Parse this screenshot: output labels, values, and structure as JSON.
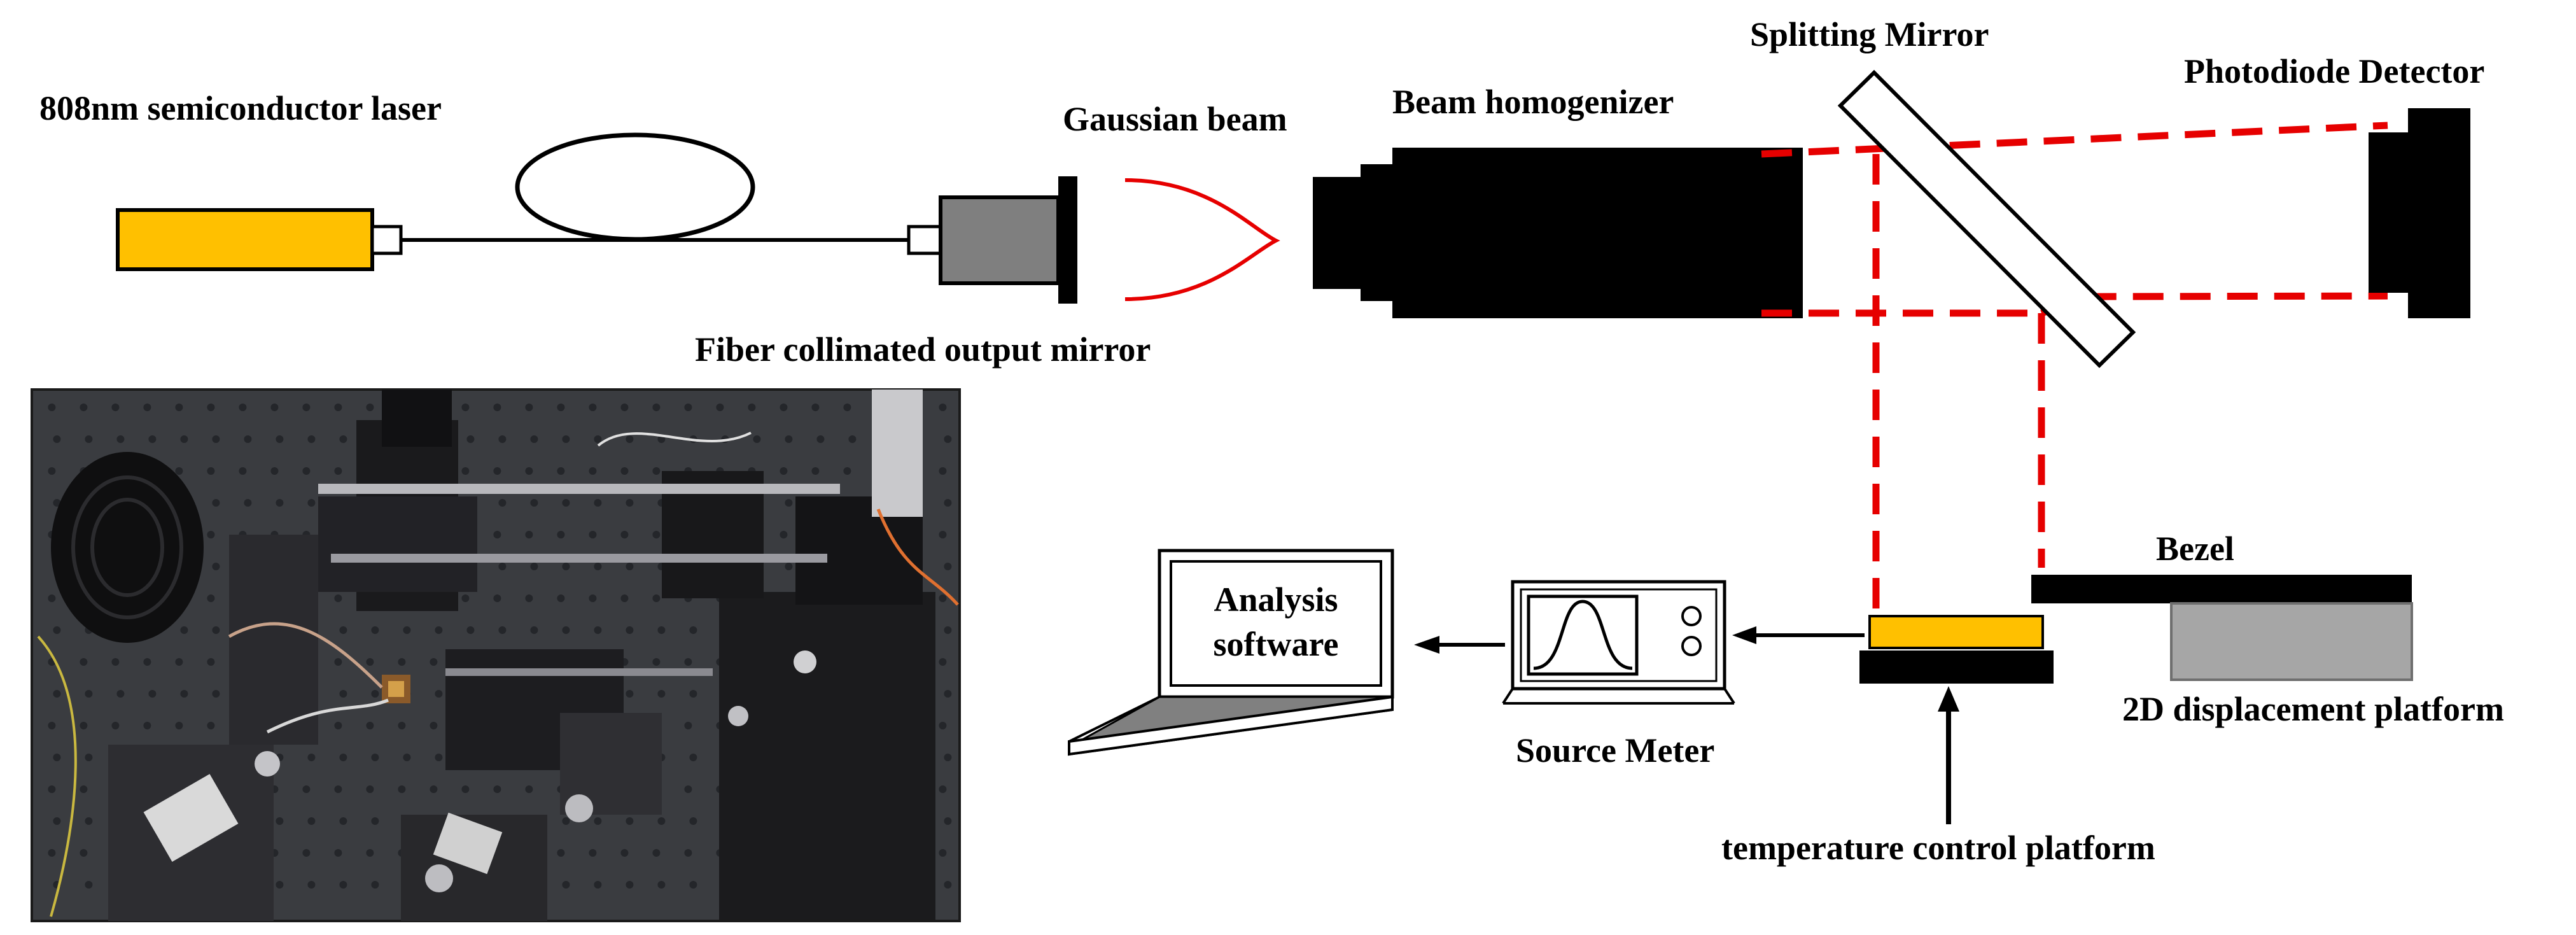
{
  "labels": {
    "laser": "808nm semiconductor laser",
    "gaussian_beam": "Gaussian beam",
    "beam_homogenizer": "Beam homogenizer",
    "splitting_mirror": "Splitting Mirror",
    "photodiode_detector": "Photodiode Detector",
    "fiber_collimator": "Fiber collimated output mirror",
    "analysis_software_line1": "Analysis",
    "analysis_software_line2": "software",
    "source_meter": "Source Meter",
    "bezel": "Bezel",
    "displacement_platform": "2D displacement platform",
    "temperature_platform": "temperature control platform"
  },
  "colors": {
    "laser_body": "#FFC000",
    "sample": "#FFC000",
    "beam": "#E60000",
    "gaussian_curve": "#E60000",
    "collimator_body": "#7F7F7F",
    "displacement_stage": "#A6A6A6",
    "laptop_screen": "#808080",
    "black": "#000000"
  },
  "icons": {
    "source_meter_display": "sine-wave-icon",
    "photo": "experimental-setup-photo"
  }
}
